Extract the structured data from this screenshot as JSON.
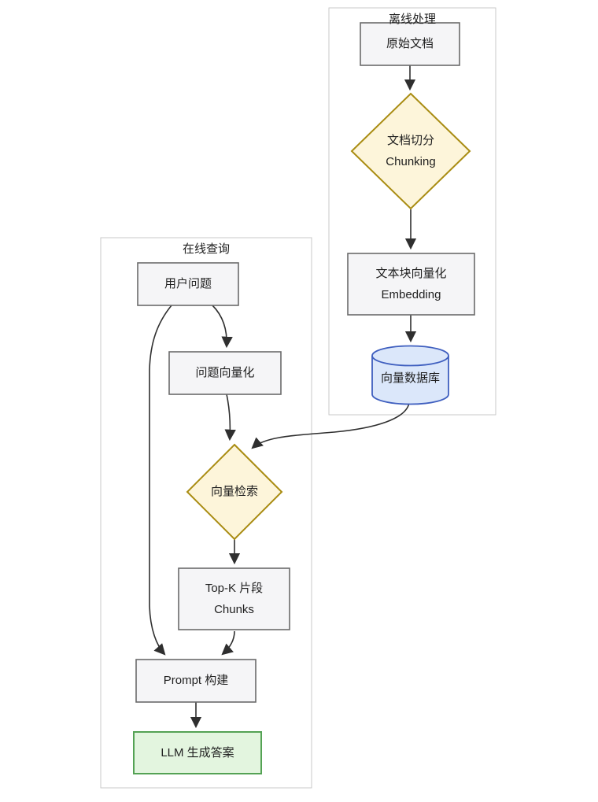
{
  "diagram": {
    "type": "flowchart",
    "subgraphs": {
      "offline": {
        "title": "离线处理"
      },
      "online": {
        "title": "在线查询"
      }
    },
    "nodes": {
      "original_doc": {
        "label": "原始文档",
        "shape": "rect",
        "subgraph": "offline"
      },
      "chunking": {
        "line1": "文档切分",
        "line2": "Chunking",
        "shape": "diamond",
        "subgraph": "offline"
      },
      "embedding": {
        "line1": "文本块向量化",
        "line2": "Embedding",
        "shape": "rect",
        "subgraph": "offline"
      },
      "vector_db": {
        "label": "向量数据库",
        "shape": "cylinder",
        "subgraph": "offline"
      },
      "user_question": {
        "label": "用户问题",
        "shape": "rect",
        "subgraph": "online"
      },
      "question_embed": {
        "label": "问题向量化",
        "shape": "rect",
        "subgraph": "online"
      },
      "vector_search": {
        "label": "向量检索",
        "shape": "diamond",
        "subgraph": "online"
      },
      "topk": {
        "line1": "Top-K 片段",
        "line2": "Chunks",
        "shape": "rect",
        "subgraph": "online"
      },
      "prompt": {
        "label": "Prompt 构建",
        "shape": "rect",
        "subgraph": "online"
      },
      "llm": {
        "label": "LLM 生成答案",
        "shape": "rect-green",
        "subgraph": "online"
      }
    },
    "edges": [
      {
        "from": "original_doc",
        "to": "chunking"
      },
      {
        "from": "chunking",
        "to": "embedding"
      },
      {
        "from": "embedding",
        "to": "vector_db"
      },
      {
        "from": "vector_db",
        "to": "vector_search"
      },
      {
        "from": "user_question",
        "to": "question_embed"
      },
      {
        "from": "user_question",
        "to": "prompt"
      },
      {
        "from": "question_embed",
        "to": "vector_search"
      },
      {
        "from": "vector_search",
        "to": "topk"
      },
      {
        "from": "topk",
        "to": "prompt"
      },
      {
        "from": "prompt",
        "to": "llm"
      }
    ],
    "colors": {
      "node_fill": "#f5f5f7",
      "node_border": "#6b6b6b",
      "diamond_fill": "#fdf5da",
      "diamond_border": "#a98c12",
      "cylinder_fill": "#dbe7fa",
      "cylinder_border": "#3f5fbf",
      "llm_fill": "#e3f5df",
      "llm_border": "#54a254",
      "subgraph_border": "#c9c9c9",
      "edge": "#2f2f2f",
      "text": "#1f1f1f",
      "background": "#ffffff"
    }
  }
}
